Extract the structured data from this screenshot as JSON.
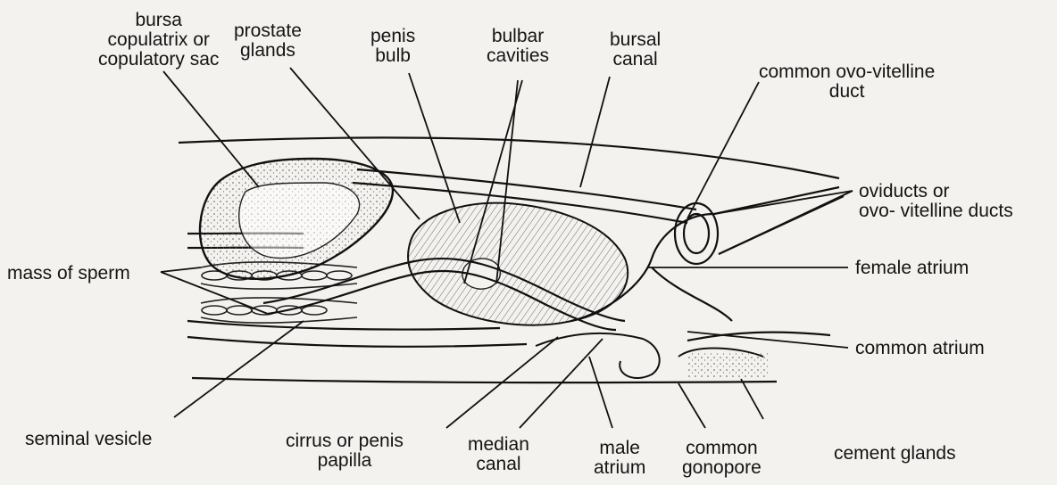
{
  "labels": {
    "bursa": [
      "bursa",
      "copulatrix or",
      "copulatory sac"
    ],
    "prostate": [
      "prostate",
      "glands"
    ],
    "penis_bulb": [
      "penis",
      "bulb"
    ],
    "bulbar": [
      "bulbar",
      "cavities"
    ],
    "bursal_canal": [
      "bursal",
      "canal"
    ],
    "ovo_vitelline_duct": [
      "common ovo-vitelline",
      "duct"
    ],
    "oviducts": [
      "oviducts or",
      "ovo- vitelline ducts"
    ],
    "female_atrium": "female atrium",
    "common_atrium": "common atrium",
    "mass_of_sperm": "mass of sperm",
    "seminal_vesicle": "seminal vesicle",
    "cirrus": [
      "cirrus or penis",
      "papilla"
    ],
    "median_canal": [
      "median",
      "canal"
    ],
    "male_atrium": [
      "male",
      "atrium"
    ],
    "gonopore": [
      "common",
      "gonopore"
    ],
    "cement_glands": "cement glands"
  }
}
